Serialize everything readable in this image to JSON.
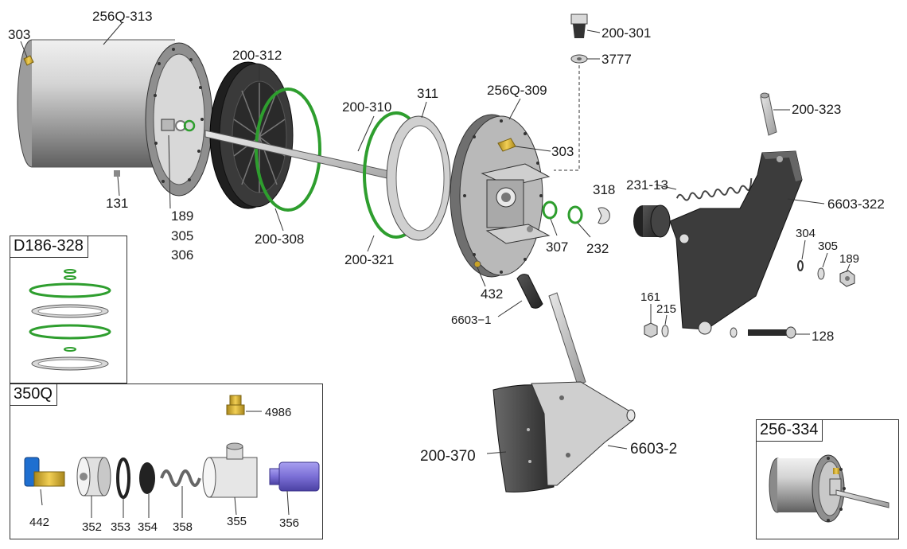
{
  "labels": {
    "l303a": "303",
    "l256q313": "256Q-313",
    "l200312": "200-312",
    "l200310": "200-310",
    "l311": "311",
    "l256q309": "256Q-309",
    "l200301": "200-301",
    "l3777": "3777",
    "l200323": "200-323",
    "l303b": "303",
    "l23113": "231-13",
    "l318": "318",
    "l6603322": "6603-322",
    "l131": "131",
    "l189a": "189",
    "l305a": "305",
    "l306": "306",
    "l200308": "200-308",
    "l200321": "200-321",
    "l307": "307",
    "l232": "232",
    "l304": "304",
    "l305b": "305",
    "l189b": "189",
    "l432": "432",
    "l66031": "6603−1",
    "l161": "161",
    "l215": "215",
    "l128": "128",
    "l200370": "200-370",
    "l66032": "6603-2"
  },
  "insets": {
    "d186": {
      "title": "D186-328"
    },
    "q350": {
      "title": "350Q",
      "parts": {
        "p4986": "4986",
        "p442": "442",
        "p352": "352",
        "p353": "353",
        "p354": "354",
        "p358": "358",
        "p355": "355",
        "p356": "356"
      }
    },
    "k256": {
      "title": "256-334"
    }
  },
  "colors": {
    "ring_green": "#2e9e2e",
    "brass": "#c9a227",
    "purple": "#7b6fd6",
    "blue_fitting": "#1f6fd0"
  }
}
